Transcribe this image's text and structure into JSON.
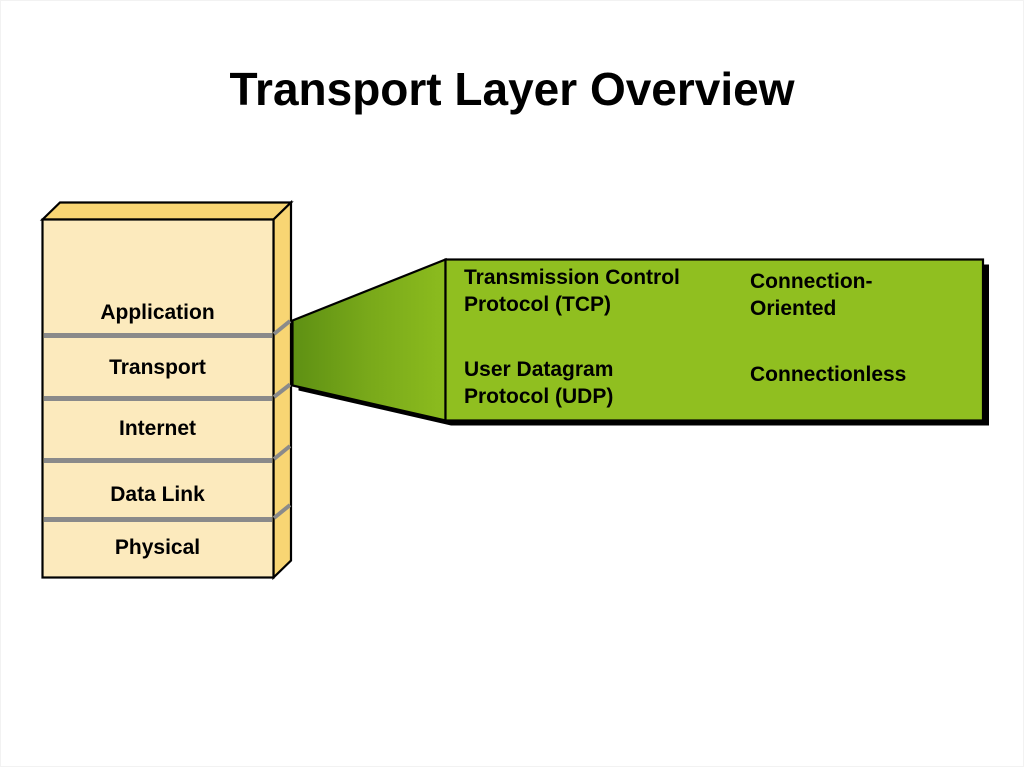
{
  "slide": {
    "title": "Transport Layer Overview",
    "background_color": "#FFFFFF"
  },
  "protocol_stack": {
    "layers": [
      "Application",
      "Transport",
      "Internet",
      "Data Link",
      "Physical"
    ],
    "face_color": "#FCEABD",
    "side_color": "#F8D573",
    "divider_color": "#8A8A8A",
    "outline_color": "#000000"
  },
  "callout": {
    "body_color": "#90BF20",
    "tip_dark_color": "#5E9013",
    "shadow_color": "#000000",
    "entries": [
      {
        "protocol": "Transmission Control\nProtocol (TCP)",
        "mode": "Connection-\nOriented"
      },
      {
        "protocol": "User Datagram\nProtocol (UDP)",
        "mode": "Connectionless"
      }
    ]
  }
}
